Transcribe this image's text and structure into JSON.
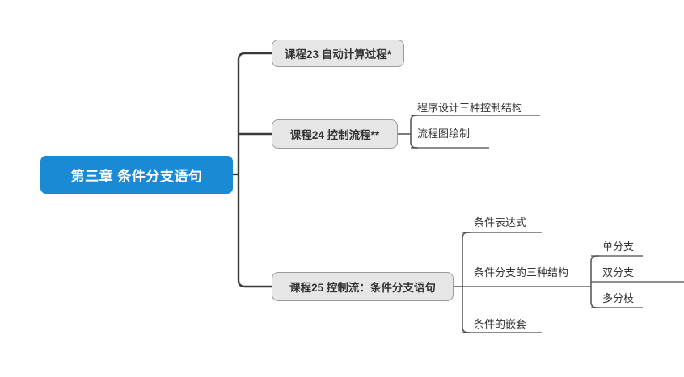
{
  "diagram": {
    "type": "mindmap",
    "title": "第三章 条件分支语句",
    "root": {
      "label": "第三章 条件分支语句",
      "fill_color": "#1b8ad4",
      "text_color": "#ffffff"
    },
    "branches": [
      {
        "id": "c23",
        "label": "课程23 自动计算过程*",
        "fill_color": "#e6e6e6",
        "children": []
      },
      {
        "id": "c24",
        "label": "课程24 控制流程**",
        "fill_color": "#e6e6e6",
        "children": [
          {
            "id": "c24-1",
            "label": "程序设计三种控制结构"
          },
          {
            "id": "c24-2",
            "label": "流程图绘制"
          }
        ]
      },
      {
        "id": "c25",
        "label": "课程25 控制流：条件分支语句",
        "fill_color": "#e6e6e6",
        "children": [
          {
            "id": "c25-1",
            "label": "条件表达式",
            "children": []
          },
          {
            "id": "c25-2",
            "label": "条件分支的三种结构",
            "children": [
              {
                "id": "c25-2-1",
                "label": "单分支"
              },
              {
                "id": "c25-2-2",
                "label": "双分支"
              },
              {
                "id": "c25-2-3",
                "label": "多分枝"
              }
            ]
          },
          {
            "id": "c25-3",
            "label": "条件的嵌套",
            "children": []
          }
        ]
      }
    ],
    "colors": {
      "connector": "#3a3a3a",
      "connector_thin": "#4a4a4a",
      "node_border": "#9a9a9a",
      "node_fill": "#e6e6e6",
      "accent": "#1b8ad4",
      "text": "#333333",
      "background": "#ffffff"
    }
  }
}
